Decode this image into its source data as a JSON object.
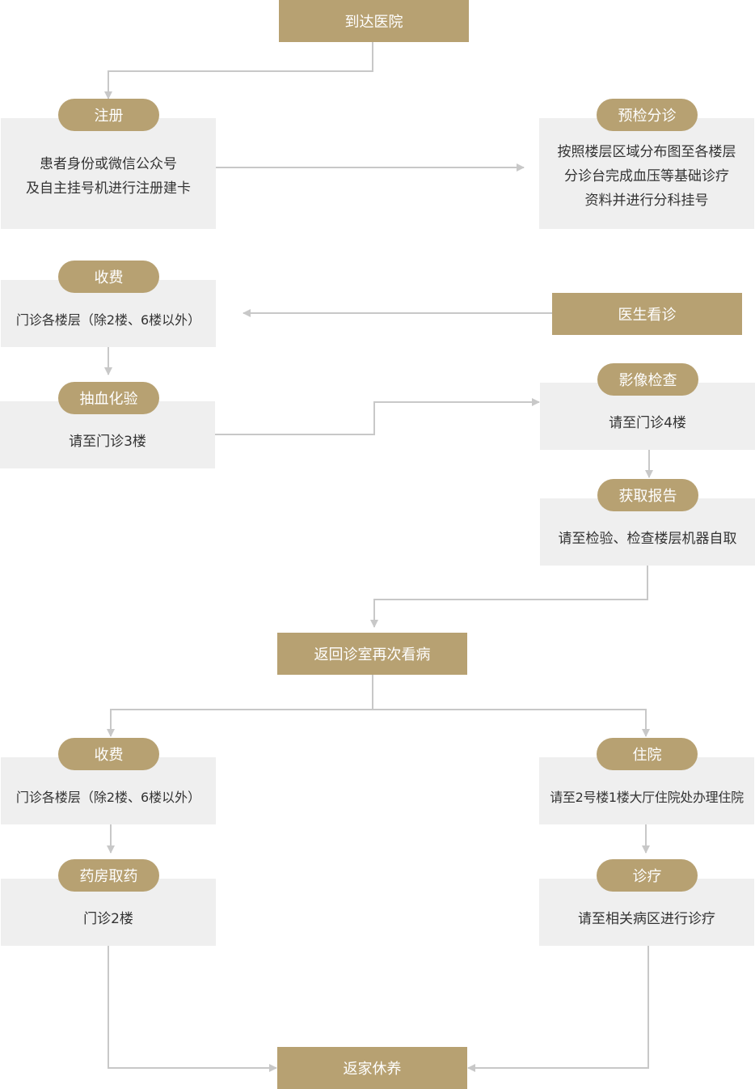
{
  "flow": {
    "arrive": "到达医院",
    "register": {
      "title": "注册",
      "lines": [
        "患者身份或微信公众号",
        "及自主挂号机进行注册建卡"
      ]
    },
    "triage": {
      "title": "预检分诊",
      "lines": [
        "按照楼层区域分布图至各楼层",
        "分诊台完成血压等基础诊疗",
        "资料并进行分科挂号"
      ]
    },
    "doctor": "医生看诊",
    "fee1": {
      "title": "收费",
      "text": "门诊各楼层（除2楼、6楼以外）"
    },
    "blood": {
      "title": "抽血化验",
      "text": "请至门诊3楼"
    },
    "imaging": {
      "title": "影像检查",
      "text": "请至门诊4楼"
    },
    "report": {
      "title": "获取报告",
      "text": "请至检验、检查楼层机器自取"
    },
    "revisit": "返回诊室再次看病",
    "fee2": {
      "title": "收费",
      "text": "门诊各楼层（除2楼、6楼以外）"
    },
    "pharmacy": {
      "title": "药房取药",
      "text": "门诊2楼"
    },
    "admission": {
      "title": "住院",
      "text": "请至2号楼1楼大厅住院处办理住院"
    },
    "treatment": {
      "title": "诊疗",
      "text": "请至相关病区进行诊疗"
    },
    "rest": "返家休养"
  },
  "colors": {
    "gold": "#b7a172",
    "card": "#efefef",
    "line": "#cccccc",
    "text": "#333333"
  }
}
